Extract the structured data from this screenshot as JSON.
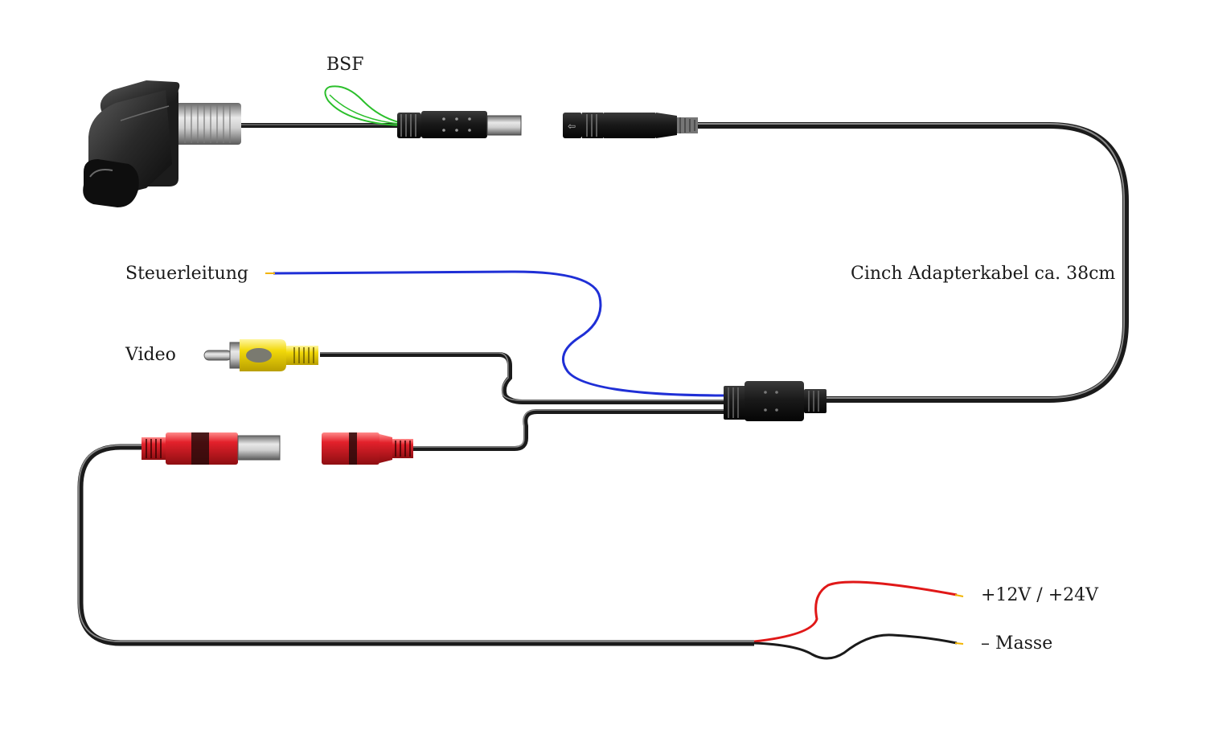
{
  "labels": {
    "bsf": "BSF",
    "control_line": "Steuerleitung",
    "video": "Video",
    "adapter_cable": "Cinch Adapterkabel ca. 38cm",
    "power_positive": "+12V / +24V",
    "power_ground": "– Masse"
  },
  "colors": {
    "cable": "#2a2a2a",
    "control_wire": "#1f2fd6",
    "bsf_wire": "#2bbf2b",
    "power_wire": "#e01818",
    "ground_wire": "#1a1a1a",
    "rca_video": "#f2d90a",
    "rca_power": "#d81c24",
    "connector": "#1e1e1e"
  }
}
